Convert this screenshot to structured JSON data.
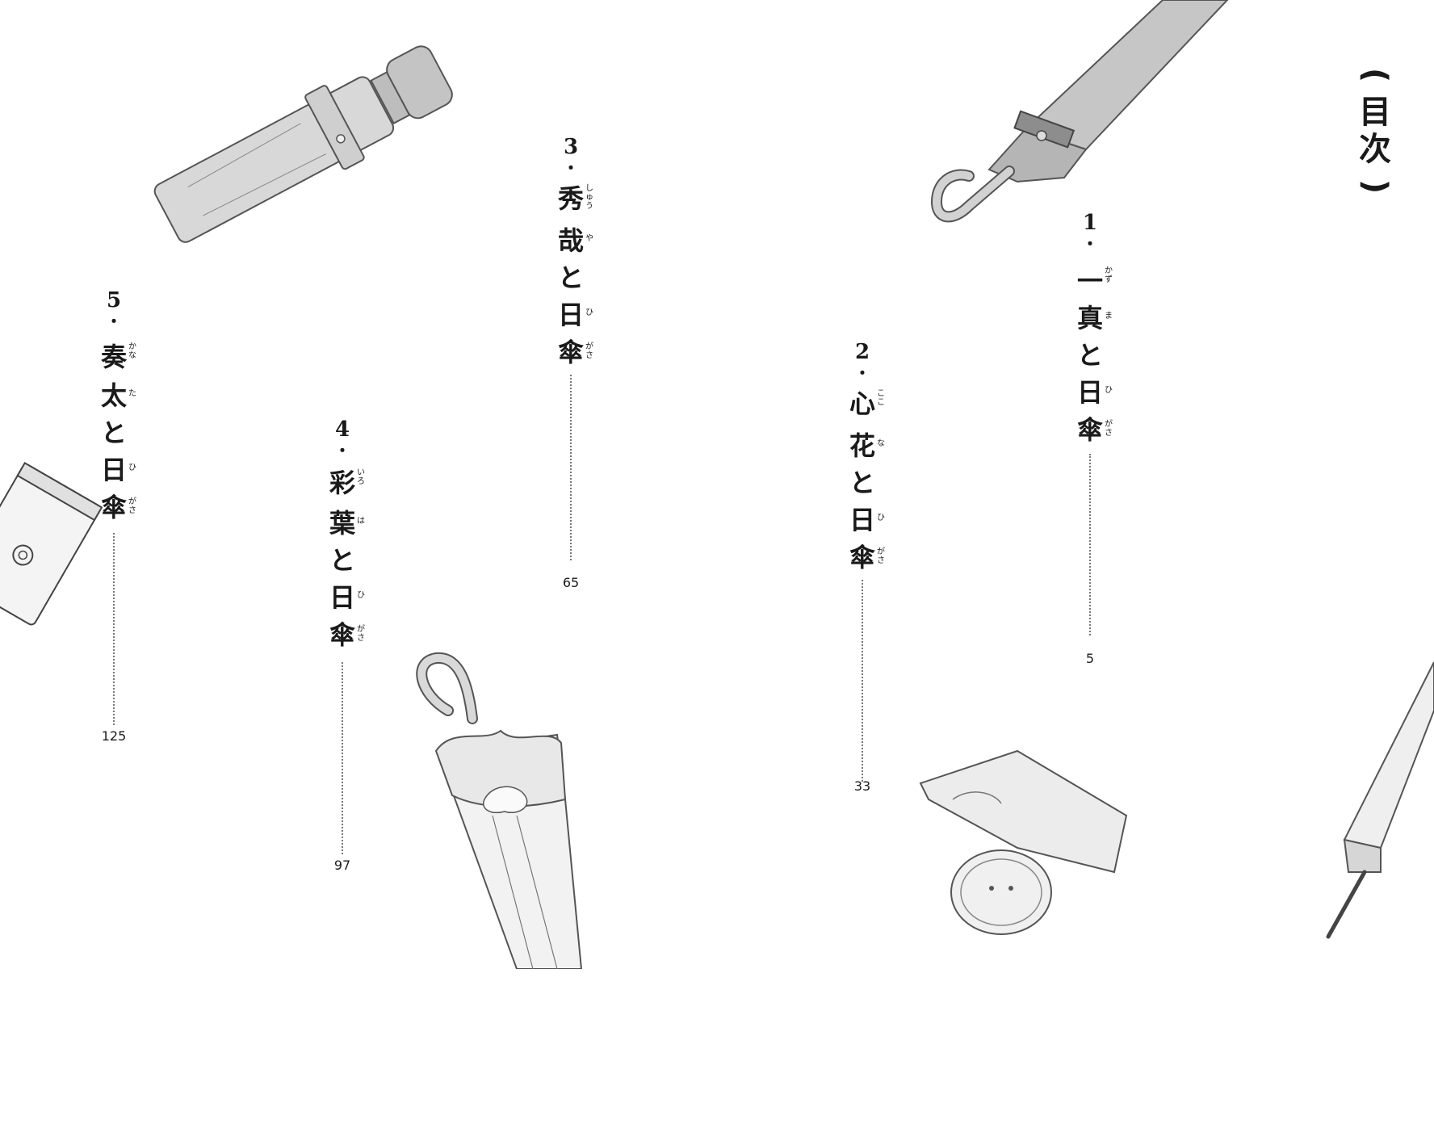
{
  "toc": {
    "title_chars": [
      "目",
      "次"
    ],
    "paren_open": "(",
    "paren_close": ")"
  },
  "chapters": [
    {
      "number": "1",
      "dot": "・",
      "chars": [
        "一",
        "真",
        "と",
        "日",
        "傘"
      ],
      "ruby": [
        "かず",
        "ま",
        "",
        "ひ",
        "がさ"
      ],
      "page": "5"
    },
    {
      "number": "2",
      "dot": "・",
      "chars": [
        "心",
        "花",
        "と",
        "日",
        "傘"
      ],
      "ruby": [
        "ここ",
        "な",
        "",
        "ひ",
        "がさ"
      ],
      "page": "33"
    },
    {
      "number": "3",
      "dot": "・",
      "chars": [
        "秀",
        "哉",
        "と",
        "日",
        "傘"
      ],
      "ruby": [
        "しゅう",
        "や",
        "",
        "ひ",
        "がさ"
      ],
      "page": "65"
    },
    {
      "number": "4",
      "dot": "・",
      "chars": [
        "彩",
        "葉",
        "と",
        "日",
        "傘"
      ],
      "ruby": [
        "いろ",
        "は",
        "",
        "ひ",
        "がさ"
      ],
      "page": "97"
    },
    {
      "number": "5",
      "dot": "・",
      "chars": [
        "奏",
        "太",
        "と",
        "日",
        "傘"
      ],
      "ruby": [
        "かな",
        "た",
        "",
        "ひ",
        "がさ"
      ],
      "page": "125"
    }
  ]
}
